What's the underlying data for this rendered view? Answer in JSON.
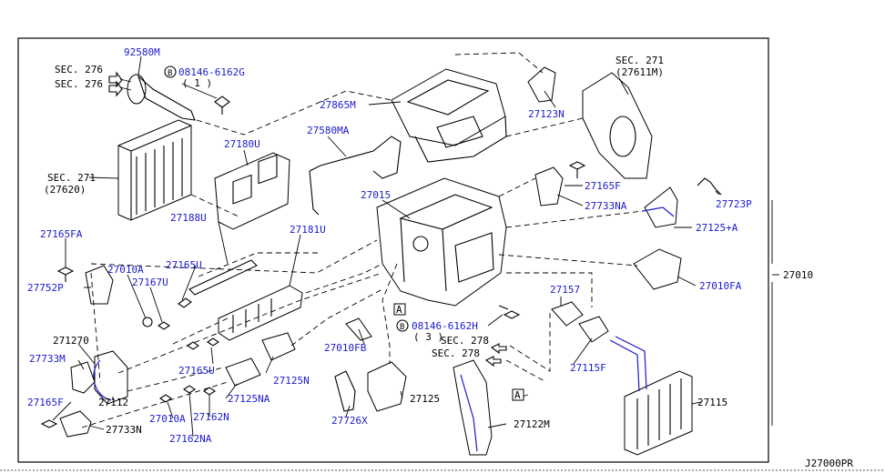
{
  "labels": {
    "l92580M": "92580M",
    "sec276a": "SEC. 276",
    "sec276b": "SEC. 276",
    "bolt1": "08146-6162G",
    "bolt1q": "( 1 )",
    "l27865M": "27865M",
    "l27123N": "27123N",
    "sec271top": "SEC. 271",
    "sec271topref": "(27611M)",
    "l27580MA": "27580MA",
    "l27180U": "27180U",
    "sec271left": "SEC. 271",
    "sec271leftref": "(27620)",
    "l27015": "27015",
    "l27165F_top": "27165F",
    "l27733NA": "27733NA",
    "l27723P": "27723P",
    "l27125A": "27125+A",
    "l27188U": "27188U",
    "l27181U": "27181U",
    "l27165FA": "27165FA",
    "l27010A": "27010A",
    "l27165U_top": "27165U",
    "l27752P": "27752P",
    "l27167U": "27167U",
    "l27010": "27010",
    "l27010FA": "27010FA",
    "l27157": "27157",
    "boxA1": "A",
    "bolt2": "08146-6162H",
    "bolt2q": "( 3 )",
    "l27127O": "271270",
    "sec278a": "SEC. 278",
    "sec278b": "SEC. 278",
    "l27010FB": "27010FB",
    "l27733M": "27733M",
    "l27165U_bot": "27165U",
    "l27125N": "27125N",
    "l27115F": "27115F",
    "l27165F_bot": "27165F",
    "l27112": "27112",
    "l27125NA": "27125NA",
    "l27125": "27125",
    "boxA2": "A",
    "l27115": "27115",
    "l27010A_bot": "27010A",
    "l27162N": "27162N",
    "l27726X": "27726X",
    "l27122M": "27122M",
    "l27733N": "27733N",
    "l27162NA": "27162NA"
  },
  "bolt_symbol": "B",
  "diagram_code": "J27000PR",
  "colors": {
    "label": "#1a1acc",
    "ink": "#000000",
    "background": "#ffffff"
  }
}
